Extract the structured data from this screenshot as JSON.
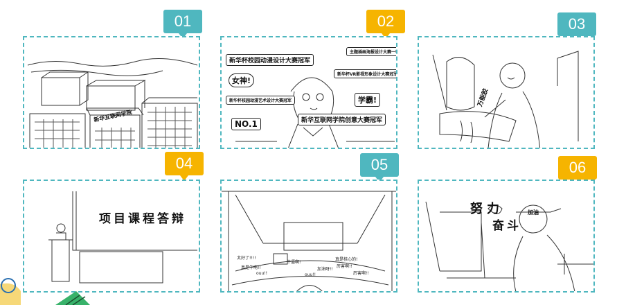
{
  "tags": [
    "01",
    "02",
    "03",
    "04",
    "05",
    "06"
  ],
  "colors": {
    "teal": "#4fb7bf",
    "gold": "#f6b400"
  },
  "panel1": {
    "building_sign": "新华互联网学院"
  },
  "panel2": {
    "banners": [
      "新华杯校园动漫设计大赛冠军",
      "主题插画海报设计大赛一等",
      "新华杯VR影视形象设计大赛冠军",
      "新华杯校园动漫艺术设计大赛冠军",
      "新华互联网学院创意大赛冠军"
    ],
    "goddess": "女神!",
    "top_student": "学霸!",
    "no1": "NO.1"
  },
  "panel3": {
    "glue_label": "万能胶"
  },
  "panel4": {
    "board_text": "项目课程答辩"
  },
  "panel5": {
    "bubbles": [
      "太好了!!!!",
      "真是牛啊!!",
      "牛逼啊!",
      "真是核心的!",
      "厉害啊!!",
      "加油呀!!",
      "厉害啊!!",
      "ouu!!",
      "ouu!!"
    ]
  },
  "panel6": {
    "effort": "努力",
    "struggle": "奋斗",
    "headband": "加油"
  }
}
